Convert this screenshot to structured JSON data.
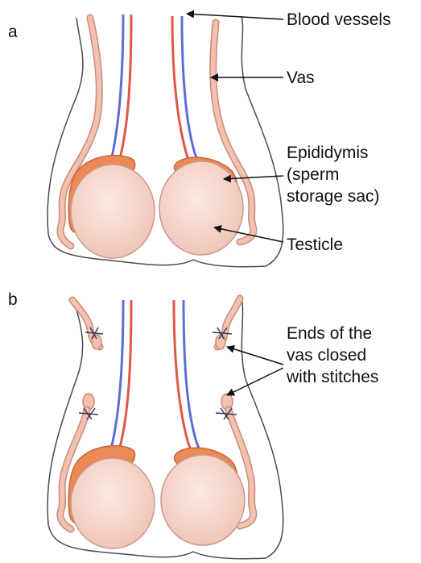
{
  "panels": [
    {
      "letter": "a"
    },
    {
      "letter": "b"
    }
  ],
  "labels": {
    "blood_vessels": "Blood vessels",
    "vas": "Vas",
    "epididymis": [
      "Epididymis",
      "(sperm",
      "storage sac)"
    ],
    "testicle": "Testicle",
    "vas_closed": [
      "Ends of the",
      "vas closed",
      "with stitches"
    ]
  },
  "colors": {
    "outline": "#4a4a4a",
    "vessel_blue": "#5b6fd6",
    "vessel_red": "#e0574a",
    "vas_fill": "#f3c1b0",
    "vas_stroke": "#c98a78",
    "epididymis": "#ec8a55",
    "epididymis_stroke": "#c8643a",
    "testicle": "#f7d9cf",
    "testicle_stroke": "#c59a8c",
    "stitch": "#3a3a5a",
    "arrow": "#111111"
  }
}
